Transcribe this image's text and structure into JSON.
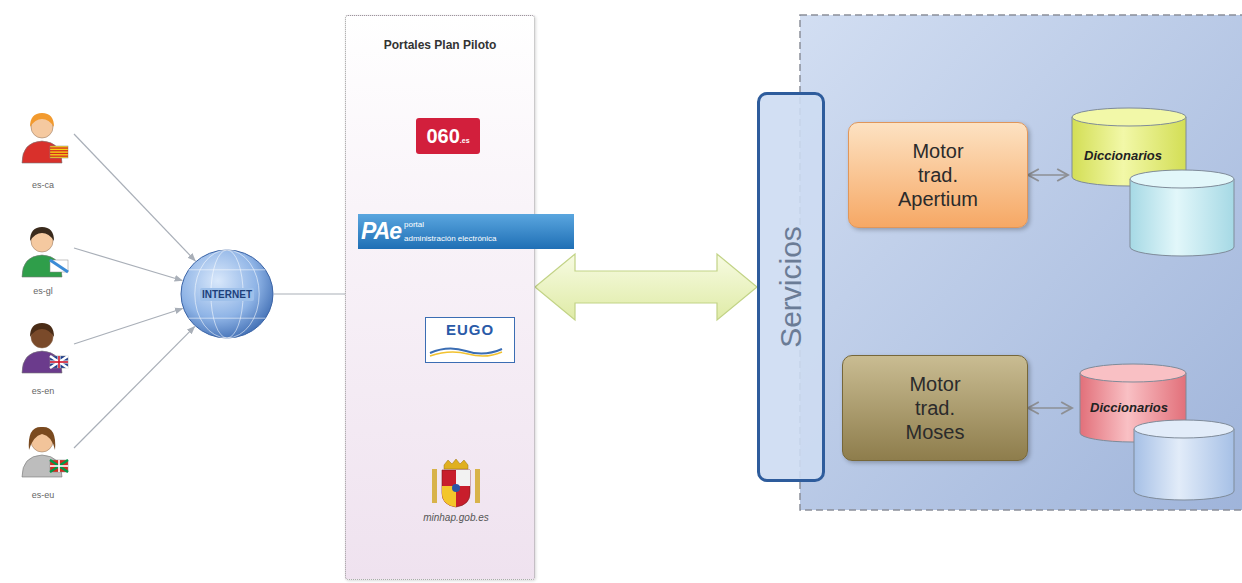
{
  "diagram": {
    "nodes": [
      {
        "text": [
          "es-ca"
        ]
      },
      {
        "text": [
          "es-gl"
        ]
      },
      {
        "text": [
          "es-en"
        ]
      },
      {
        "text": [
          "es-eu"
        ]
      },
      {
        "text": [
          "INTERNET"
        ]
      },
      {
        "text": [
          "Portales Plan Piloto"
        ]
      },
      {
        "text": [
          "060",
          ".es"
        ],
        "in": 5
      },
      {
        "text": [
          "PAe",
          "portal",
          "administración electrónica"
        ],
        "in": 5
      },
      {
        "text": [
          "EUGO"
        ],
        "in": 5
      },
      {
        "text": [
          "minhap.gob.es"
        ],
        "in": 5
      },
      {
        "text": [
          "Servicios"
        ]
      },
      {
        "text": [
          "Motor trad. Apertium"
        ]
      },
      {
        "text": [
          "Diccionarios"
        ]
      },
      {
        "text": [
          "Motor trad. Moses"
        ]
      },
      {
        "text": [
          "Diccionarios"
        ]
      }
    ],
    "edges": [
      {
        "from": 0,
        "to": 4,
        "arrow": "to"
      },
      {
        "from": 1,
        "to": 4,
        "arrow": "to"
      },
      {
        "from": 2,
        "to": 4,
        "arrow": "to"
      },
      {
        "from": 3,
        "to": 4,
        "arrow": "to"
      },
      {
        "from": 4,
        "to": 5,
        "arrow": "none"
      },
      {
        "from": 5,
        "to": 10,
        "arrow": "both"
      },
      {
        "from": 11,
        "to": 12,
        "arrow": "both"
      },
      {
        "from": 13,
        "to": 14,
        "arrow": "both"
      }
    ]
  }
}
